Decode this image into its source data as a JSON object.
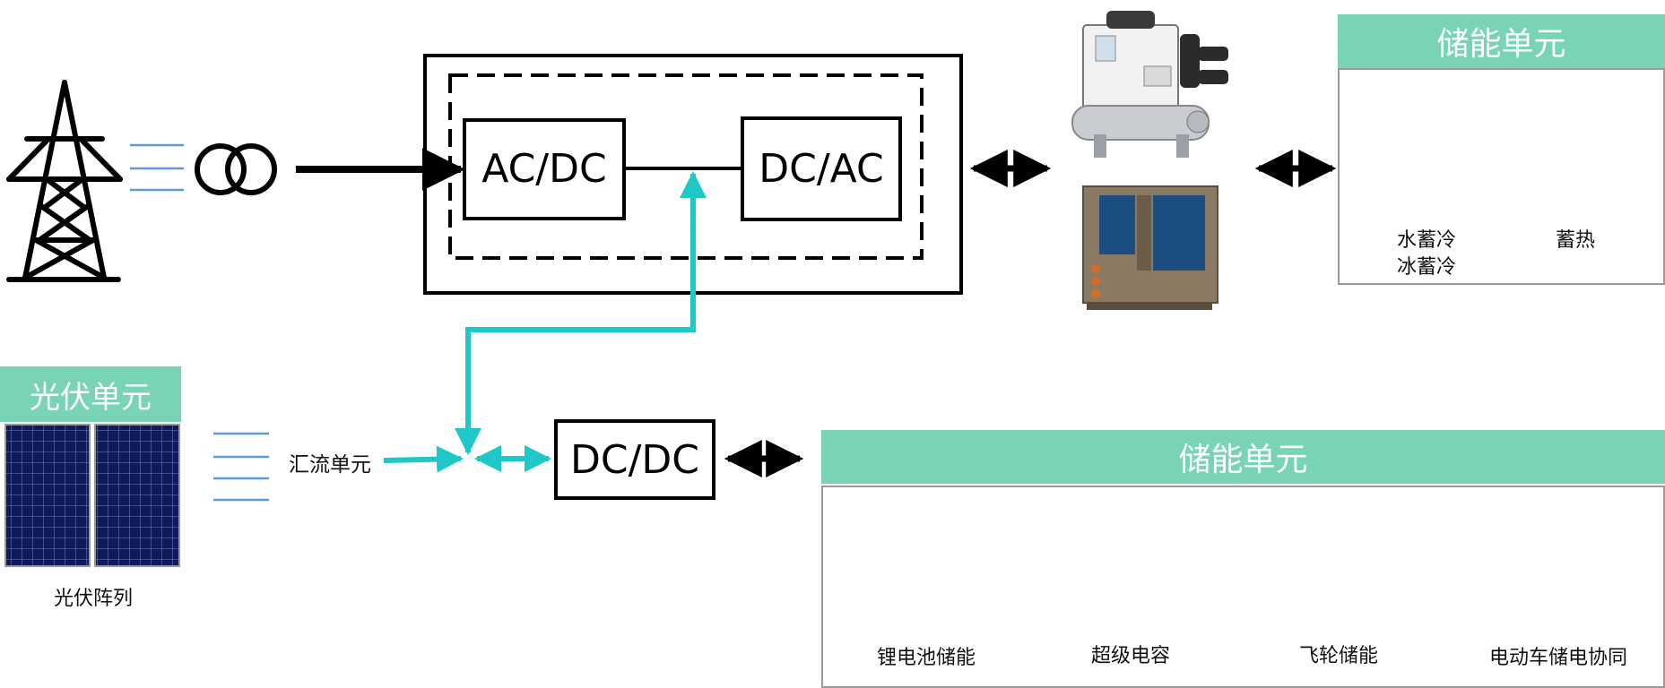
{
  "colors": {
    "accent_green": "#79d3b6",
    "cyan_flow": "#1fc8c8",
    "line_blue": "#5b9bd5",
    "black": "#000000"
  },
  "converter": {
    "acdc_label": "AC/DC",
    "dcac_label": "DC/AC"
  },
  "dcdc_label": "DC/DC",
  "combiner_label": "汇流单元",
  "pv": {
    "header": "光伏单元",
    "array_label": "光伏阵列"
  },
  "thermal_storage": {
    "header": "储能单元",
    "items": [
      {
        "label_line1": "水蓄冷",
        "label_line2": "冰蓄冷",
        "icon": "water-tank-icon"
      },
      {
        "label_line1": "蓄热",
        "icon": "heat-storage-tank-icon"
      }
    ]
  },
  "electric_storage": {
    "header": "储能单元",
    "items": [
      {
        "label": "锂电池储能",
        "icon": "lithium-battery-icon"
      },
      {
        "label": "超级电容",
        "icon": "supercapacitor-icon"
      },
      {
        "label": "飞轮储能",
        "icon": "flywheel-icon"
      },
      {
        "label": "电动车储电协同",
        "icon": "electric-car-icon"
      }
    ]
  },
  "icons": {
    "grid": "power-tower-icon",
    "transformer": "transformer-icon",
    "chiller": "chiller-unit-icon",
    "heat_pump": "heat-pump-icon",
    "solar": "solar-panel-icon"
  }
}
